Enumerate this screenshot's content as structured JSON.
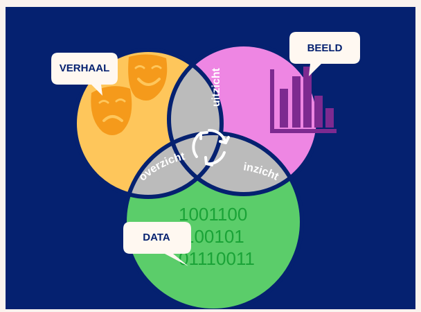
{
  "colors": {
    "background": "#faf3ee",
    "panel": "#052170",
    "verhaal_circle": "#fec65b",
    "beeld_circle": "#ee86e3",
    "data_circle": "#5bcd6a",
    "overlap": "#bbbbbb",
    "theatre_masks": "#f59a1b",
    "bar_chart": "#7d2a90",
    "binary_text": "#1aa337",
    "bubble": "#fff8f1",
    "bubble_text": "#052170"
  },
  "circles": {
    "verhaal": {
      "label": "VERHAAL",
      "icon": "theatre-masks-icon"
    },
    "beeld": {
      "label": "BEELD",
      "icon": "bar-chart-icon"
    },
    "data": {
      "label": "DATA",
      "binary_lines": [
        "1001100",
        "100101",
        "01110011"
      ]
    }
  },
  "overlaps": {
    "uitzicht": "uitzicht",
    "overzicht": "overzicht",
    "inzicht": "inzicht",
    "center_icon": "refresh-cycle-icon"
  }
}
